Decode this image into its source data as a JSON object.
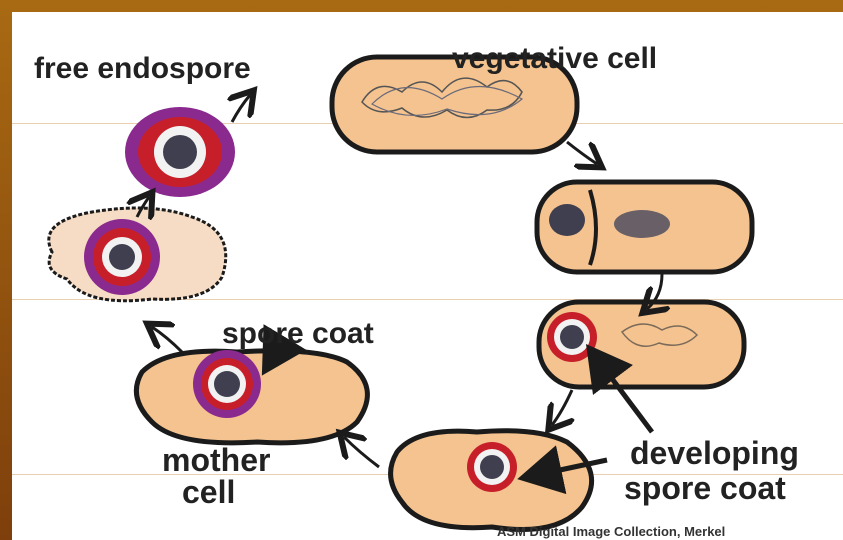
{
  "labels": {
    "free_endospore": "free endospore",
    "vegetative_cell": "vegetative cell",
    "spore_coat": "spore coat",
    "mother_cell_line1": "mother",
    "mother_cell_line2": "cell",
    "developing_line1": "developing",
    "developing_line2": "spore coat",
    "credit": "ASM Digital Image Collection, Merkel"
  },
  "colors": {
    "frame": "#8b4a0f",
    "cell_fill": "#f4c38f",
    "free_cell_fill": "#f6dcc4",
    "outline": "#1b1b1b",
    "spore_red": "#c61f2a",
    "spore_purple": "#8a2a8f",
    "spore_white": "#f2f2f2",
    "nucleus_dark": "#3f3f4f"
  }
}
